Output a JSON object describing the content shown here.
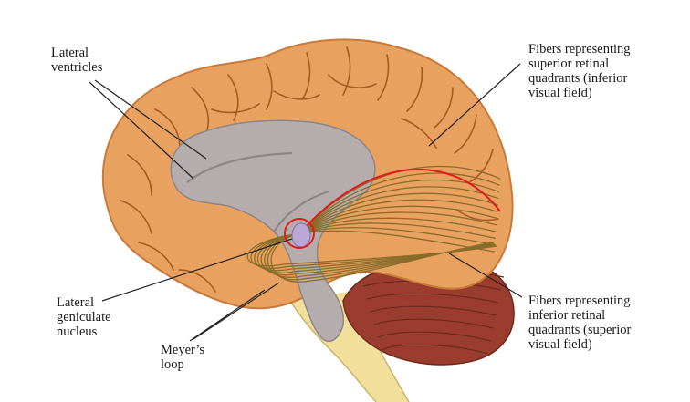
{
  "labels": {
    "lateral_ventricles": "Lateral\nventricles",
    "superior_fibers": "Fibers representing\nsuperior retinal\nquadrants (inferior\nvisual field)",
    "lateral_geniculate": "Lateral\ngeniculate\nnucleus",
    "meyers_loop": "Meyer’s\nloop",
    "inferior_fibers": "Fibers representing\ninferior retinal\nquadrants (superior\nvisual field)"
  },
  "colors": {
    "cortex": "#e9a15f",
    "cortex_shadow": "#c97a3a",
    "sulcus": "#a85a22",
    "ventricle": "#b5adad",
    "ventricle_shadow": "#8d8585",
    "cerebellum": "#9a3d2e",
    "brainstem": "#f1df9a",
    "fibers": "#8a6d2a",
    "highlight": "#e31a1c",
    "lgn": "#b9a8d6",
    "leader_lines": "#222222"
  }
}
